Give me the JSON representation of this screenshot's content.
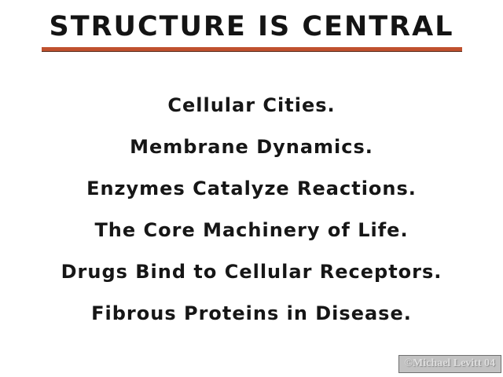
{
  "slide": {
    "title": "STRUCTURE IS CENTRAL",
    "lines": [
      "Cellular Cities.",
      "Membrane Dynamics.",
      "Enzymes Catalyze Reactions.",
      "The Core Machinery of Life.",
      "Drugs Bind to Cellular Receptors.",
      "Fibrous Proteins in Disease."
    ],
    "watermark": "©Michael Levitt 04",
    "colors": {
      "background": "#ffffff",
      "text": "#161616",
      "underline": "#c0512e",
      "watermark_bg": "#c2c2c2",
      "watermark_border": "#707070",
      "watermark_text": "#dedede"
    }
  }
}
